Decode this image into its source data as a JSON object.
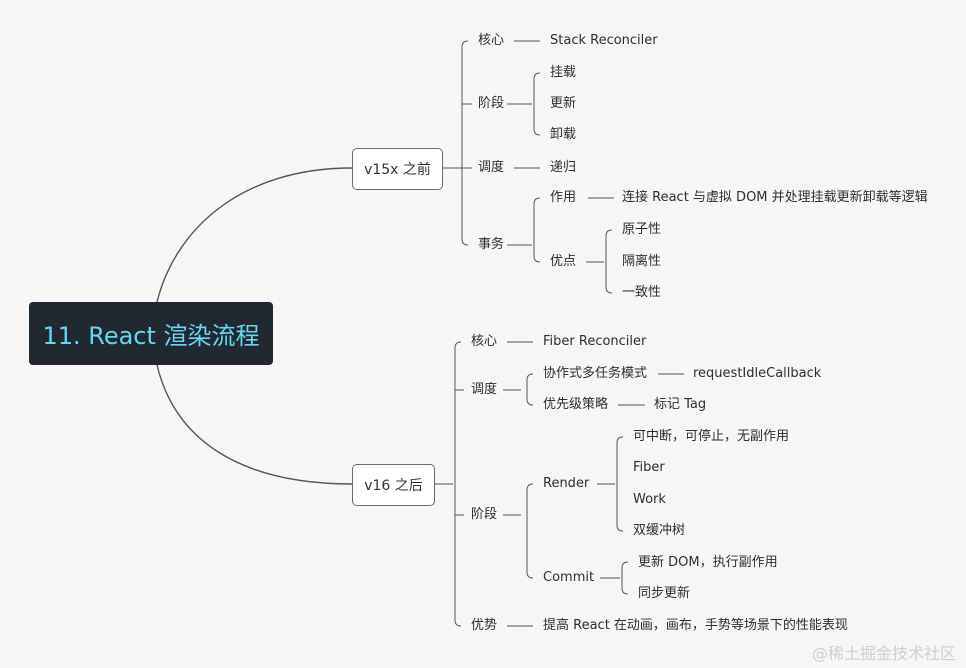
{
  "root": "11. React 渲染流程",
  "v15": {
    "label": "v15x 之前",
    "core": "核心",
    "core_val": "Stack Reconciler",
    "phase": "阶段",
    "phase_items": [
      "挂载",
      "更新",
      "卸载"
    ],
    "sched": "调度",
    "sched_val": "递归",
    "tx": "事务",
    "role": "作用",
    "role_val": "连接 React 与虚拟 DOM 并处理挂载更新卸载等逻辑",
    "adv": "优点",
    "adv_items": [
      "原子性",
      "隔离性",
      "一致性"
    ]
  },
  "v16": {
    "label": "v16 之后",
    "core": "核心",
    "core_val": "Fiber Reconciler",
    "sched": "调度",
    "coop": "协作式多任务模式",
    "coop_val": "requestIdleCallback",
    "prio": "优先级策略",
    "prio_val": "标记 Tag",
    "phase": "阶段",
    "render": "Render",
    "render_items": [
      "可中断，可停止，无副作用",
      "Fiber",
      "Work",
      "双缓冲树"
    ],
    "commit": "Commit",
    "commit_items": [
      "更新 DOM，执行副作用",
      "同步更新"
    ],
    "adv": "优势",
    "adv_val": "提高 React 在动画，画布，手势等场景下的性能表现"
  },
  "watermark": "@稀土掘金技术社区"
}
